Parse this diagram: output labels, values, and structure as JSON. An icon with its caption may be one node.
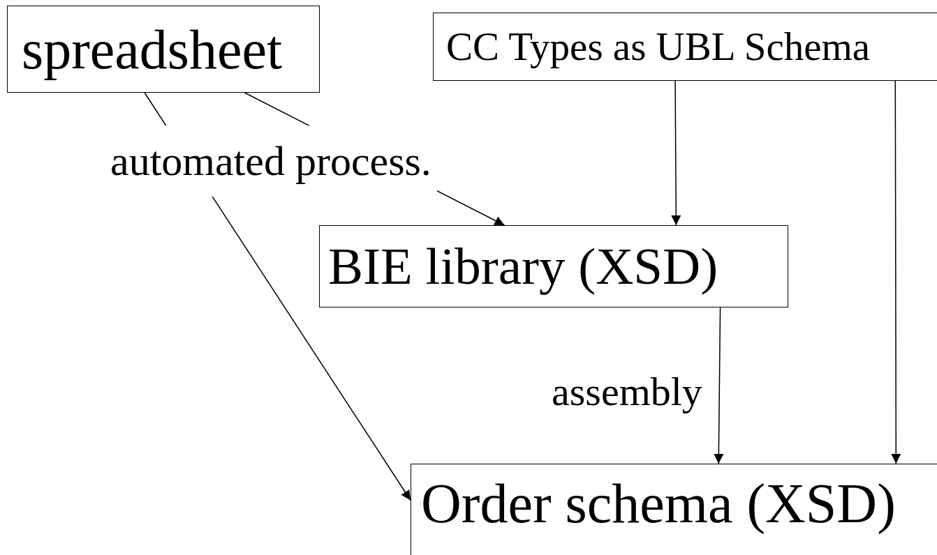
{
  "diagram": {
    "nodes": [
      {
        "text": [
          "spreadsheet"
        ]
      },
      {
        "text": [
          "CC Types as UBL Schema"
        ]
      },
      {
        "text": [
          "BIE library (XSD)"
        ]
      },
      {
        "text": [
          "Order schema (XSD)"
        ]
      }
    ],
    "edges": [
      {
        "from": 0,
        "to": 2,
        "arrow": "to",
        "label": "automated process."
      },
      {
        "from": 0,
        "to": 3,
        "arrow": "to"
      },
      {
        "from": 1,
        "to": 2,
        "arrow": "to"
      },
      {
        "from": 2,
        "to": 3,
        "arrow": "to",
        "label": "assembly"
      },
      {
        "from": 1,
        "to": 3,
        "arrow": "to"
      }
    ]
  }
}
